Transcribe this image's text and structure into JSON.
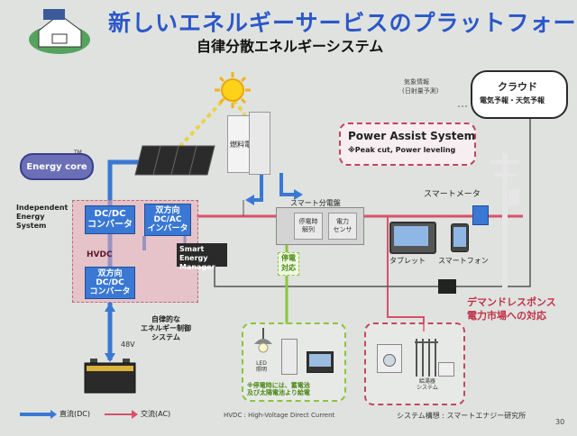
{
  "header": {
    "title": "新しいエネルギーサービスのプラットフォーム",
    "subtitle": "自律分散エネルギーシステム"
  },
  "energy_core": {
    "label": "Energy core",
    "tm": "TM"
  },
  "system_label": [
    "Independent",
    "Energy",
    "System"
  ],
  "converters": {
    "dcdc_top": [
      "DC/DC",
      "コンバータ"
    ],
    "inverter": [
      "双方向",
      "DC/AC",
      "インバータ"
    ],
    "dcdc_bottom": [
      "双方向",
      "DC/DC",
      "コンバータ"
    ],
    "hvdc": "HVDC"
  },
  "sem": [
    "Smart Energy",
    "Manager"
  ],
  "control_label": [
    "自律的な",
    "エネルギー制御",
    "システム"
  ],
  "battery_voltage": "48V",
  "fuel_cell": "燃料電池",
  "power_assist": {
    "title": "Power Assist System",
    "sub": "※Peak cut, Power leveling"
  },
  "cloud": {
    "weather": "気象情報",
    "weather_sub": "(日射量予測)",
    "title": "クラウド",
    "forecast": "電気予報・天気予報"
  },
  "panel": {
    "title": "スマート分電盤",
    "blackout_sw": [
      "停電時",
      "解列"
    ],
    "sensor": [
      "電力",
      "センサ"
    ]
  },
  "smart_meter": "スマートメータ",
  "tablet": "タブレット",
  "smartphone": "スマートフォン",
  "blackout_tag": [
    "停電",
    "対応"
  ],
  "green_area": {
    "led": [
      "LED",
      "照明"
    ],
    "note": [
      "※停電時には、蓄電池",
      "及び太陽電池より給電"
    ]
  },
  "hot_water": [
    "給湯器",
    "システム"
  ],
  "demand_response": [
    "デマンドレスポンス",
    "電力市場への対応"
  ],
  "legend": {
    "dc": "直流(DC)",
    "ac": "交流(AC)"
  },
  "hvdc_note": "HVDC : High-Voltage Direct Current",
  "credit": "システム構想 : スマートエナジー研究所",
  "page_number": "30",
  "colors": {
    "dc": "#3a78d4",
    "ac": "#d9506a",
    "green": "#8cc43c",
    "title": "#2b57c9"
  }
}
